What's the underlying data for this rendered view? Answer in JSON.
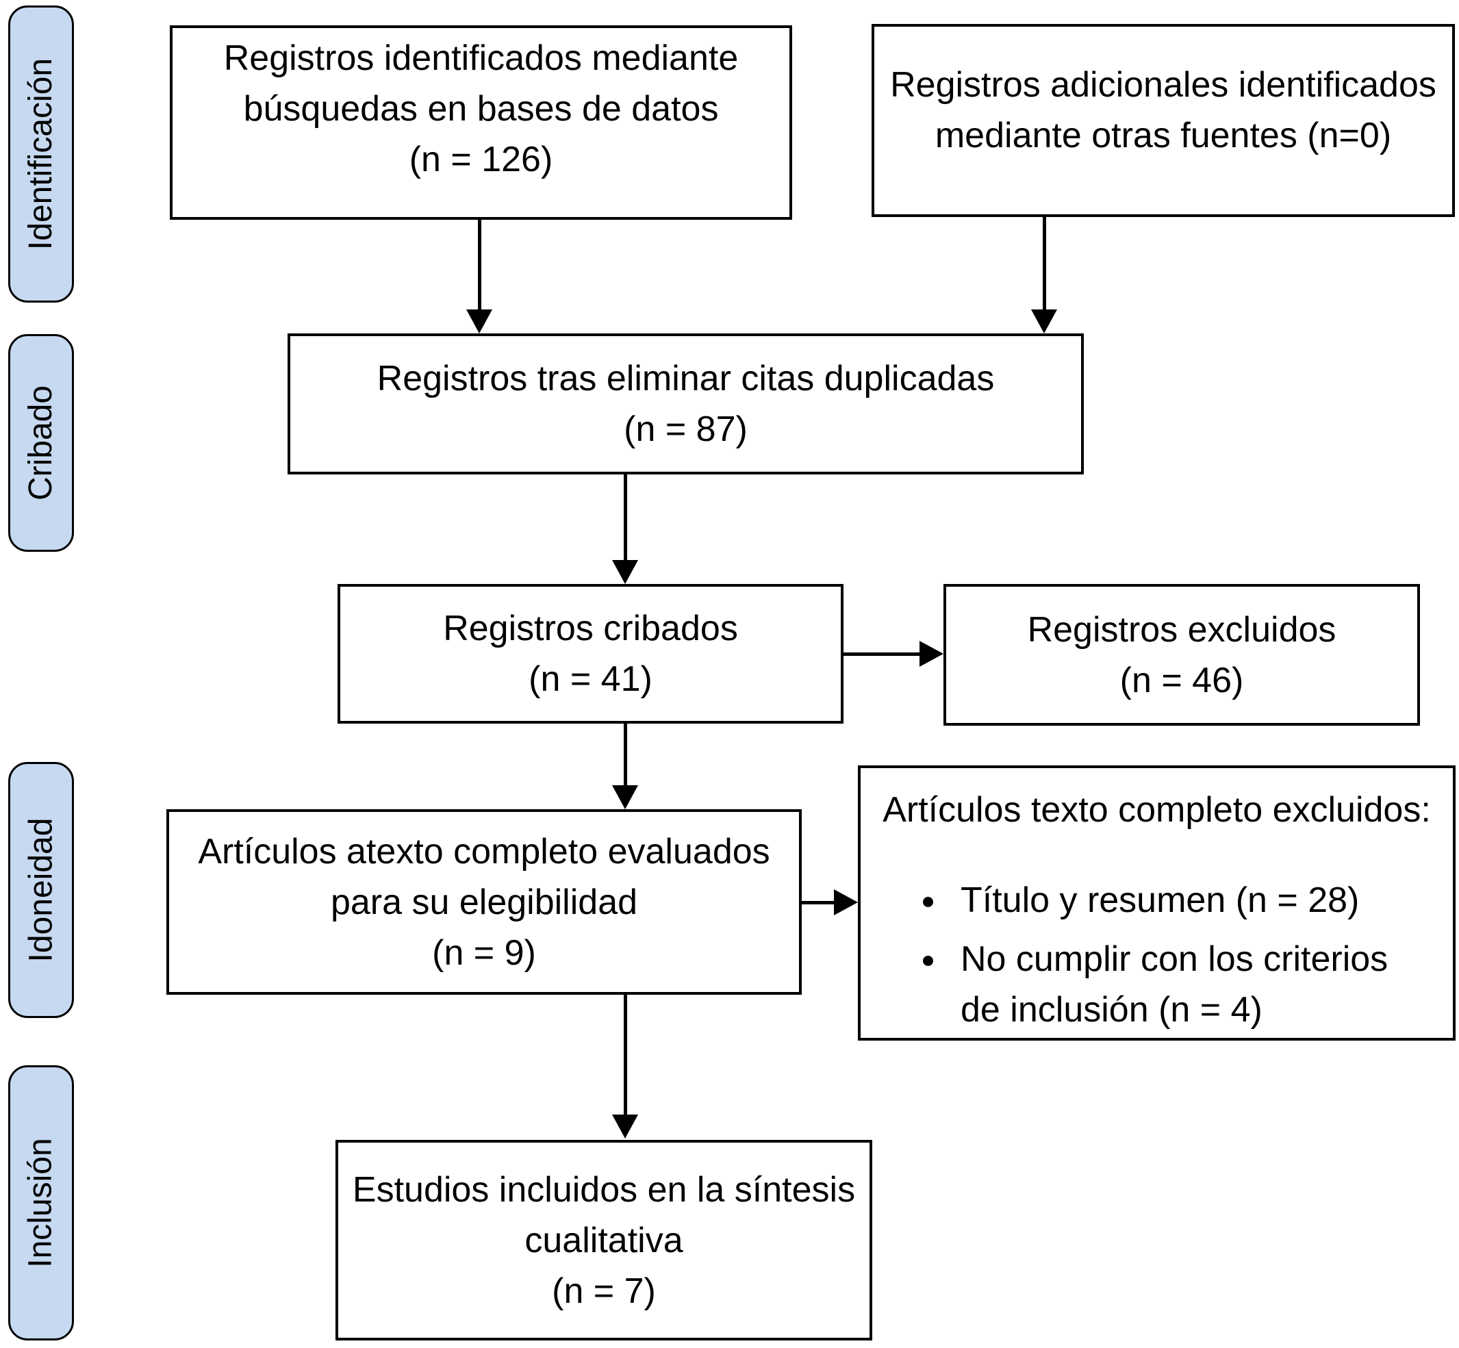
{
  "colors": {
    "stage_fill": "#c6d9f1",
    "stage_border": "#000000",
    "box_background": "#ffffff",
    "box_border": "#000000",
    "text": "#000000",
    "arrow": "#000000"
  },
  "stages": [
    {
      "id": "identification",
      "label": "Identificación"
    },
    {
      "id": "screening",
      "label": "Cribado"
    },
    {
      "id": "eligibility",
      "label": "Idoneidad"
    },
    {
      "id": "inclusion",
      "label": "Inclusión"
    }
  ],
  "boxes": {
    "identified": {
      "lines": [
        "Registros identificados mediante",
        "búsquedas en bases de datos",
        "(n = 126)"
      ],
      "n": 126
    },
    "additional": {
      "lines": [
        "Registros adicionales identificados",
        "mediante otras fuentes (n=0)"
      ],
      "n": 0
    },
    "deduplicated": {
      "lines": [
        "Registros tras eliminar citas duplicadas",
        "(n = 87)"
      ],
      "n": 87
    },
    "screened": {
      "lines": [
        "Registros cribados",
        "(n = 41)"
      ],
      "n": 41
    },
    "excluded": {
      "lines": [
        "Registros excluidos",
        "(n = 46)"
      ],
      "n": 46
    },
    "fulltext_assessed": {
      "lines": [
        "Artículos atexto completo evaluados",
        "para su elegibilidad",
        "(n = 9)"
      ],
      "n": 9
    },
    "fulltext_excluded": {
      "title": "Artículos texto completo excluidos:",
      "bullets": [
        "Título y resumen (n = 28)",
        "No cumplir con los criterios de inclusión (n = 4)"
      ],
      "bullet_ns": [
        28,
        4
      ]
    },
    "included": {
      "lines": [
        "Estudios incluidos en la síntesis",
        "cualitativa",
        "(n = 7)"
      ],
      "n": 7
    }
  }
}
